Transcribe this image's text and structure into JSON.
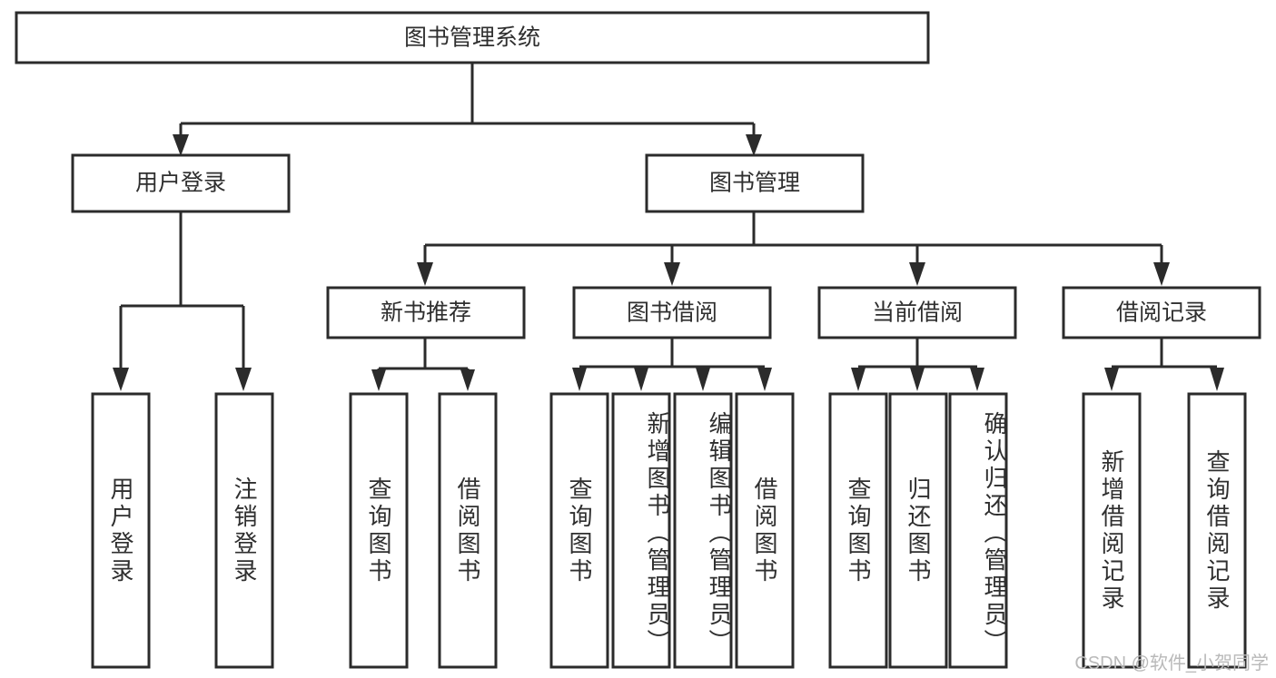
{
  "diagram": {
    "title": "图书管理系统",
    "type": "tree-hierarchy",
    "root": {
      "label": "图书管理系统"
    },
    "level2": [
      {
        "label": "用户登录"
      },
      {
        "label": "图书管理"
      }
    ],
    "level3": [
      {
        "label": "新书推荐"
      },
      {
        "label": "图书借阅"
      },
      {
        "label": "当前借阅"
      },
      {
        "label": "借阅记录"
      }
    ],
    "leaves": {
      "user_login": [
        {
          "label": "用户登录"
        },
        {
          "label": "注销登录"
        }
      ],
      "new_book_recommend": [
        {
          "label": "查询图书"
        },
        {
          "label": "借阅图书"
        }
      ],
      "book_borrow": [
        {
          "label": "查询图书"
        },
        {
          "label": "新增图书（管理员）"
        },
        {
          "label": "编辑图书（管理员）"
        },
        {
          "label": "借阅图书"
        }
      ],
      "current_borrow": [
        {
          "label": "查询图书"
        },
        {
          "label": "归还图书"
        },
        {
          "label": "确认归还（管理员）"
        }
      ],
      "borrow_record": [
        {
          "label": "新增借阅记录"
        },
        {
          "label": "查询借阅记录"
        }
      ]
    }
  },
  "watermark": {
    "text": "CSDN @软件_小贺同学"
  },
  "colors": {
    "box_stroke": "#2b2b2b",
    "box_fill": "#ffffff",
    "text": "#2f2f2f",
    "connector": "#2b2b2b",
    "watermark": "#b9b9b9",
    "background": "#ffffff"
  }
}
